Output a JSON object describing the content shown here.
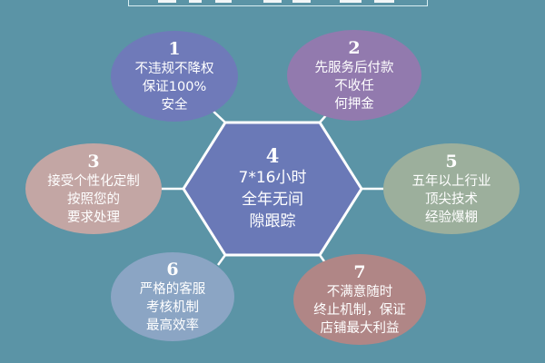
{
  "colors": {
    "background": "#5b94a6",
    "line": "#ffffff",
    "center": "#6a79b7",
    "item1": "#6f7ab9",
    "item2": "#927aae",
    "item3": "#c3a6a4",
    "item5": "#9caf9c",
    "item6": "#8ba5c4",
    "item7": "#b08686"
  },
  "center": {
    "number": "4",
    "lines": [
      "7*16小时",
      "全年无间",
      "隙跟踪"
    ]
  },
  "items": [
    {
      "number": "1",
      "lines": [
        "不违规不降权",
        "保证100%",
        "安全"
      ]
    },
    {
      "number": "2",
      "lines": [
        "先服务后付款",
        "不收任",
        "何押金"
      ]
    },
    {
      "number": "3",
      "lines": [
        "接受个性化定制",
        "按照您的",
        "要求处理"
      ]
    },
    {
      "number": "5",
      "lines": [
        "五年以上行业",
        "顶尖技术",
        "经验爆棚"
      ]
    },
    {
      "number": "6",
      "lines": [
        "严格的客服",
        "考核机制",
        "最高效率"
      ]
    },
    {
      "number": "7",
      "lines": [
        "不满意随时",
        "终止机制，保证",
        "店铺最大利益"
      ]
    }
  ]
}
